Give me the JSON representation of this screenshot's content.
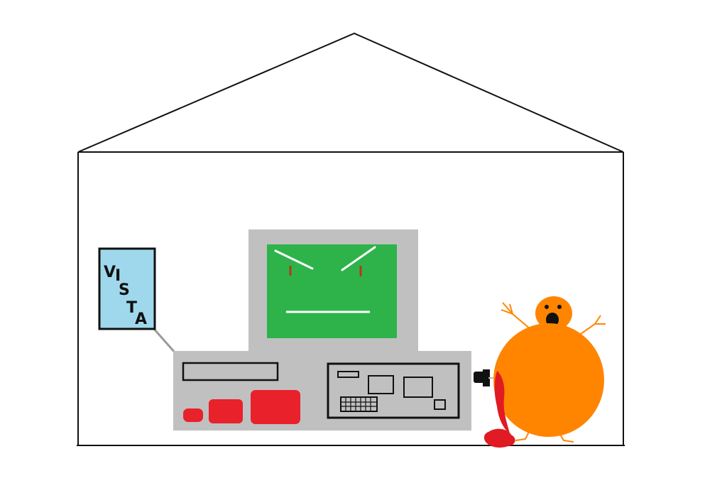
{
  "vista_sign": {
    "letters": [
      "V",
      "I",
      "S",
      "T",
      "A"
    ],
    "fill_color": "#9fd8ec"
  },
  "colors": {
    "outline": "#111111",
    "casing": "#c0c0c0",
    "screen": "#2db34a",
    "drive_buttons": "#e8212b",
    "blob": "#ff8500",
    "blood": "#e01b24"
  },
  "icons": {
    "house": "house-outline",
    "monitor": "angry-monitor",
    "creature": "screaming-orange-blob",
    "plug": "power-plug"
  }
}
